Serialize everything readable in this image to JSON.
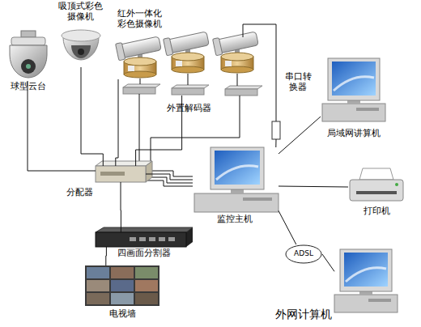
{
  "diagram": {
    "nodes": [
      {
        "text": [
          "球型云台"
        ]
      },
      {
        "text": [
          "吸顶式彩色摄像机"
        ]
      },
      {
        "text": [
          "红外一体化彩色摄像机"
        ]
      },
      {
        "text": [
          "外置解码器"
        ]
      },
      {
        "text": [
          "分配器"
        ]
      },
      {
        "text": [
          "四画面分割器"
        ]
      },
      {
        "text": [
          "电视墙"
        ]
      },
      {
        "text": [
          "监控主机"
        ]
      },
      {
        "text": [
          "串口转换器"
        ]
      },
      {
        "text": [
          "局域网讲算机"
        ]
      },
      {
        "text": [
          "打印机"
        ]
      },
      {
        "text": [
          "ADSL"
        ]
      },
      {
        "text": [
          "外网计算机"
        ]
      }
    ],
    "edges": [
      {
        "from": 0,
        "to": 4,
        "arrow": "none"
      },
      {
        "from": 1,
        "to": 4,
        "arrow": "none"
      },
      {
        "from": 2,
        "to": 4,
        "arrow": "none"
      },
      {
        "from": 3,
        "to": 4,
        "arrow": "none"
      },
      {
        "from": 4,
        "to": 5,
        "arrow": "none"
      },
      {
        "from": 5,
        "to": 6,
        "arrow": "none"
      },
      {
        "from": 4,
        "to": 7,
        "arrow": "none"
      },
      {
        "from": 7,
        "to": 8,
        "arrow": "none"
      },
      {
        "from": 7,
        "to": 9,
        "arrow": "none"
      },
      {
        "from": 7,
        "to": 10,
        "arrow": "none"
      },
      {
        "from": 7,
        "to": 11,
        "arrow": "none"
      },
      {
        "from": 11,
        "to": 12,
        "arrow": "none"
      }
    ]
  }
}
